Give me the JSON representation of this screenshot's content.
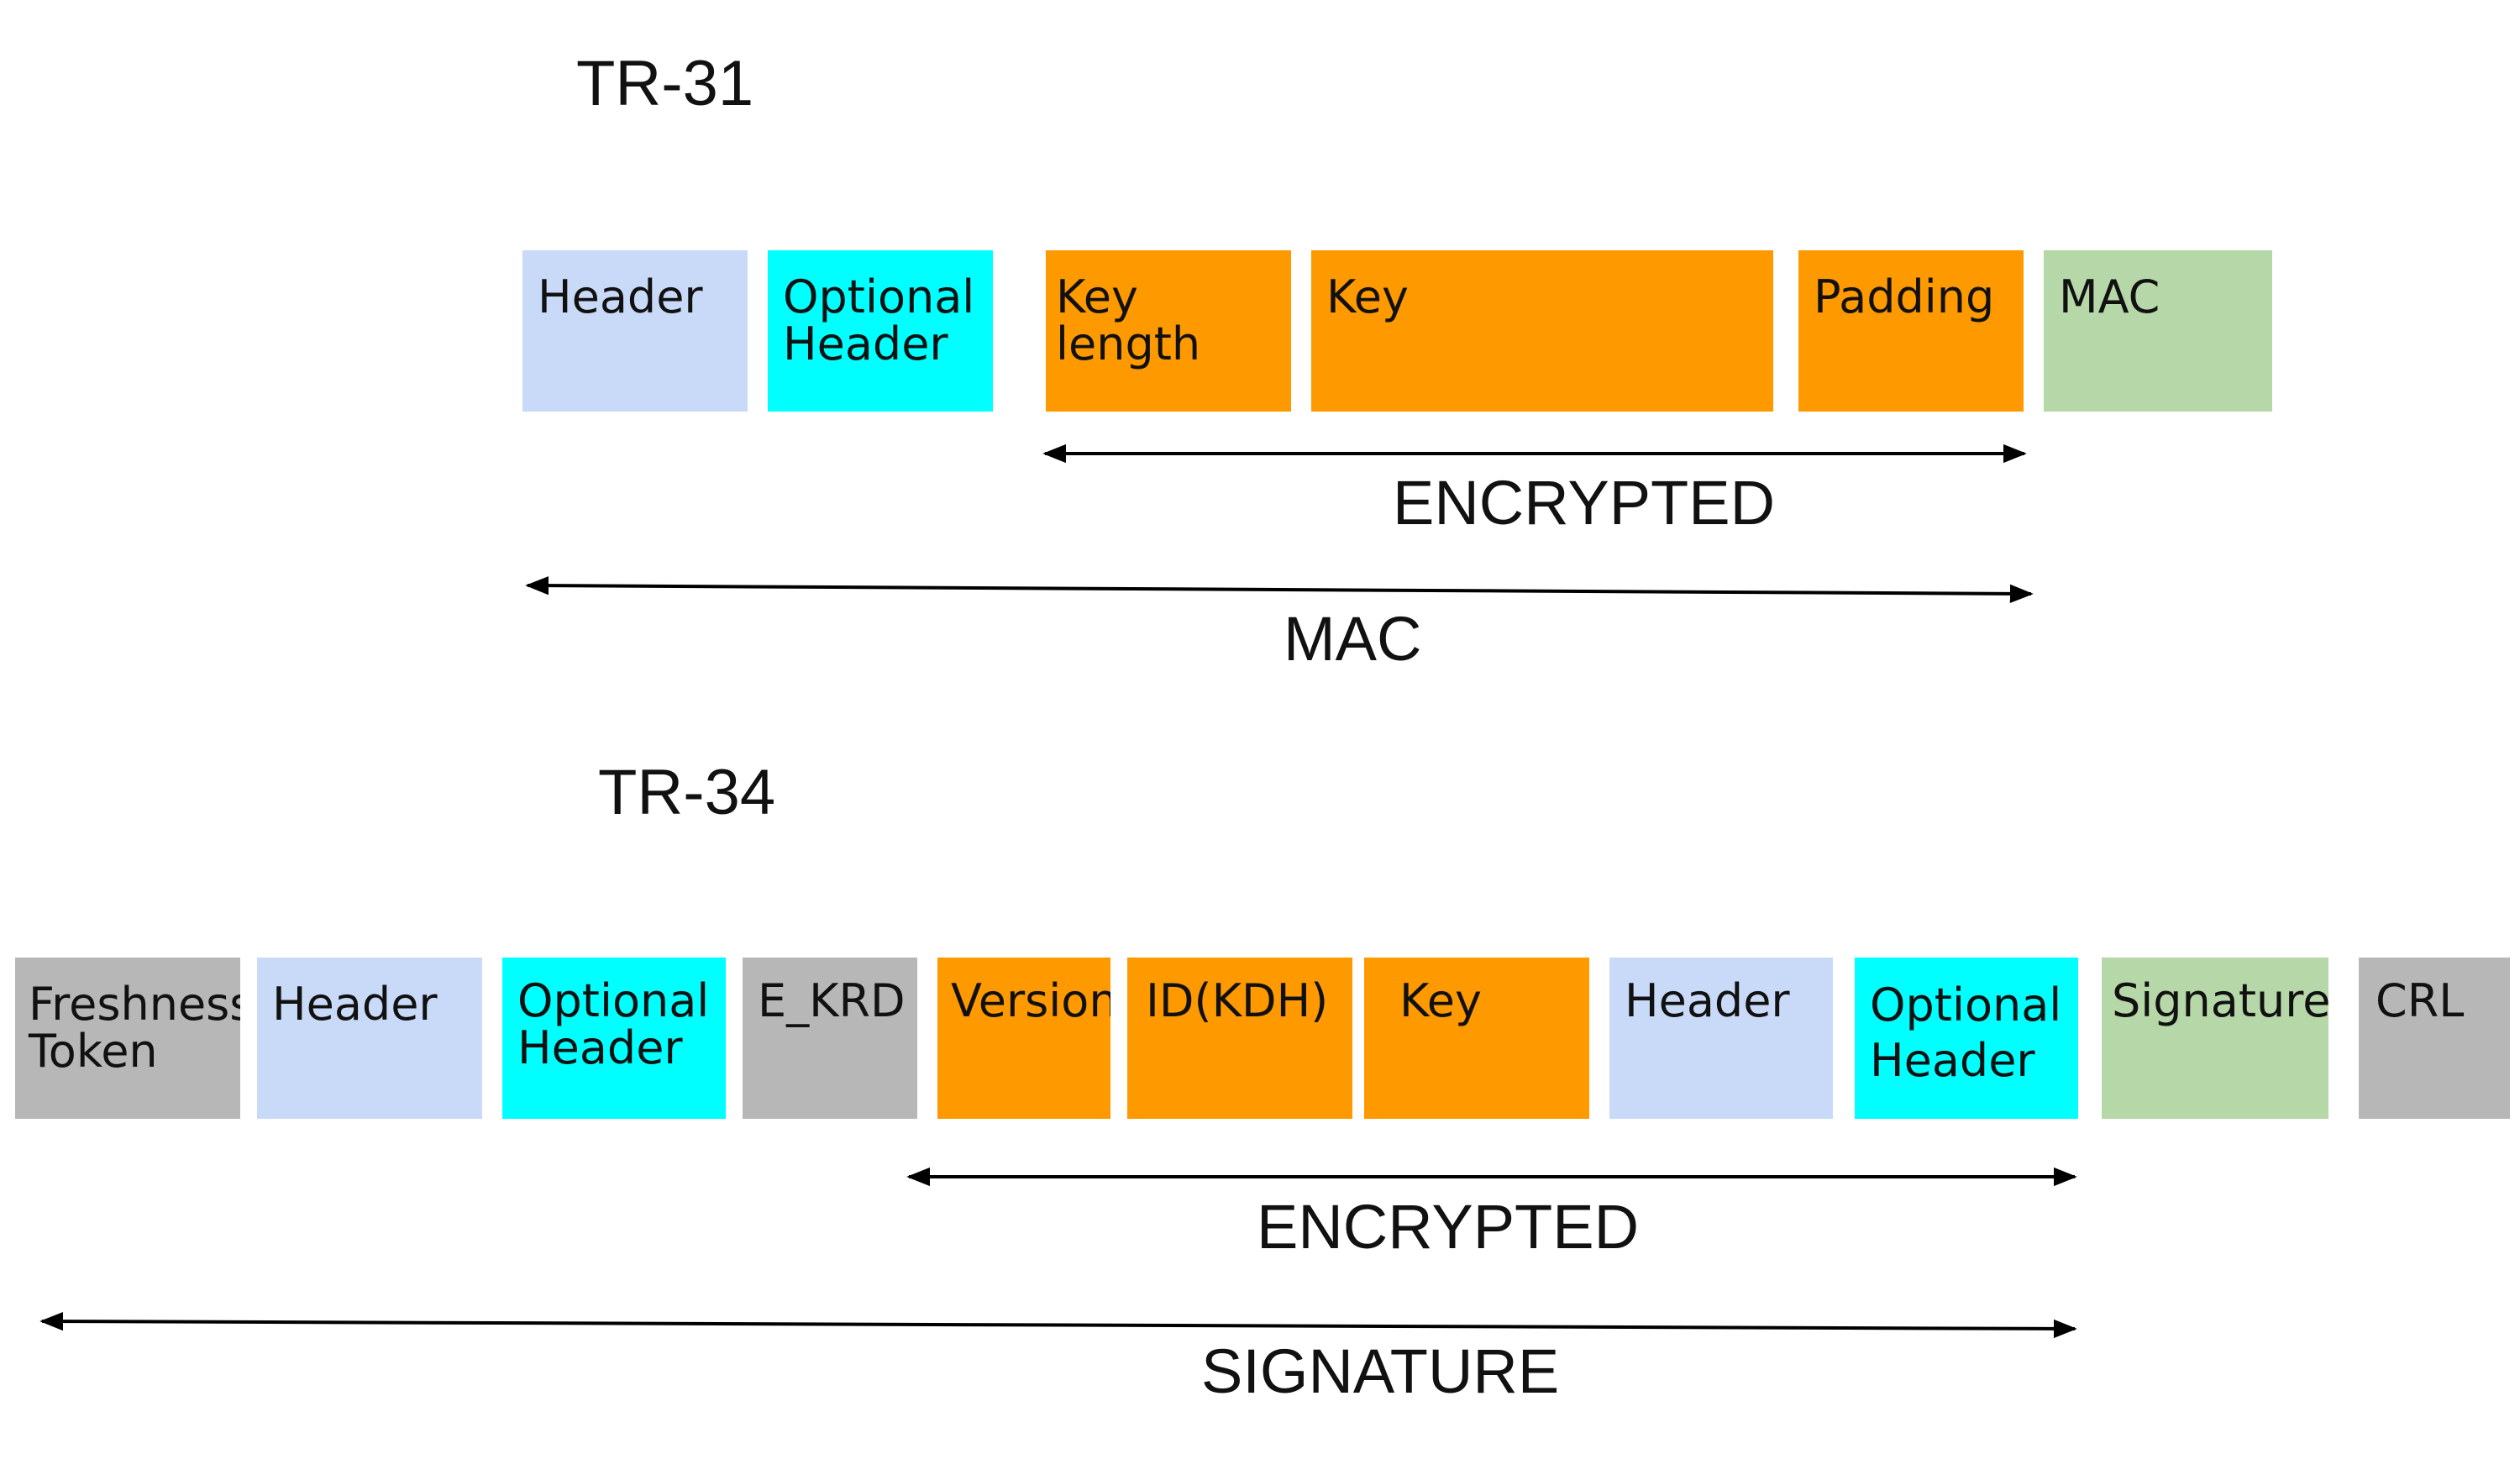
{
  "tr31": {
    "title": "TR-31",
    "blocks": [
      {
        "label": "Header",
        "color": "#c9daf8"
      },
      {
        "label": "Optional\nHeader",
        "color": "#00ffff"
      },
      {
        "label": "Key length",
        "color": "#ff9900"
      },
      {
        "label": "Key",
        "color": "#ff9900"
      },
      {
        "label": "Padding",
        "color": "#ff9900"
      },
      {
        "label": "MAC",
        "color": "#b6d7a8"
      }
    ],
    "encrypted_label": "ENCRYPTED",
    "mac_label": "MAC"
  },
  "tr34": {
    "title": "TR-34",
    "blocks": [
      {
        "label": "Freshness\nToken",
        "color": "#b7b7b7"
      },
      {
        "label": "Header",
        "color": "#c9daf8"
      },
      {
        "label": "Optional\nHeader",
        "color": "#00ffff"
      },
      {
        "label": "E_KRD",
        "color": "#b7b7b7"
      },
      {
        "label": "Version",
        "color": "#ff9900"
      },
      {
        "label": "ID(KDH)",
        "color": "#ff9900"
      },
      {
        "label": "Key",
        "color": "#ff9900"
      },
      {
        "label": "Header",
        "color": "#c9daf8"
      },
      {
        "label": "Optional\nHeader",
        "color": "#00ffff"
      },
      {
        "label": "Signature",
        "color": "#b6d7a8"
      },
      {
        "label": "CRL",
        "color": "#b7b7b7"
      }
    ],
    "encrypted_label": "ENCRYPTED",
    "signature_label": "SIGNATURE"
  }
}
